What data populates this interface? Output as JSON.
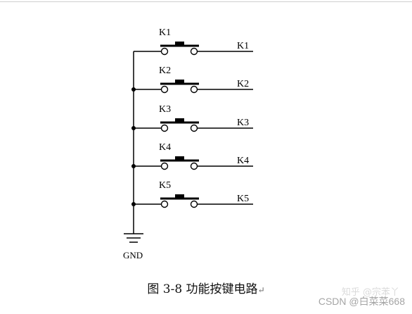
{
  "diagram": {
    "buttons": [
      {
        "top_label": "K1",
        "right_label": "K1"
      },
      {
        "top_label": "K2",
        "right_label": "K2"
      },
      {
        "top_label": "K3",
        "right_label": "K3"
      },
      {
        "top_label": "K4",
        "right_label": "K4"
      },
      {
        "top_label": "K5",
        "right_label": "K5"
      }
    ],
    "ground_label": "GND",
    "line_color": "#000000"
  },
  "caption": {
    "text": "图 3-8  功能按键电路",
    "mark": "↵"
  },
  "watermarks": {
    "zhihu": "知乎 @宗苯丫",
    "csdn": "CSDN @白菜菜668"
  }
}
